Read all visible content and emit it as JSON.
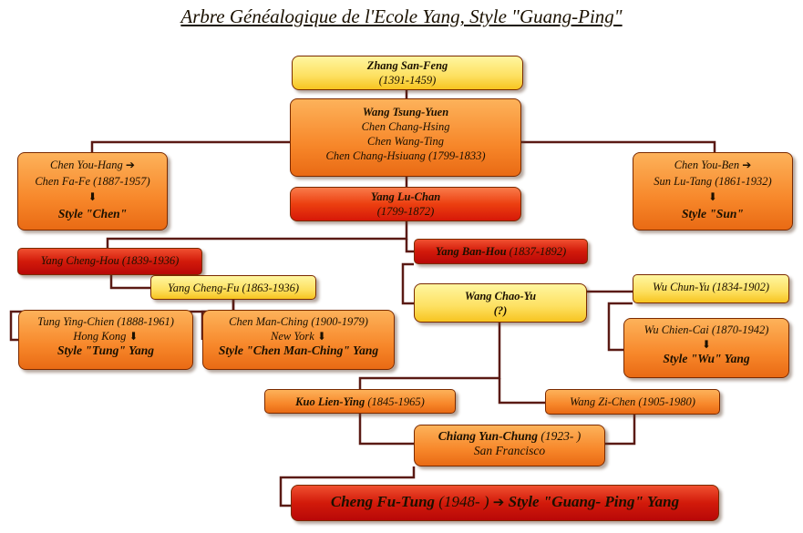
{
  "title": "Arbre Généalogique de l'Ecole Yang, Style \"Guang-Ping\"",
  "nodes": {
    "zhang": {
      "name": "Zhang San-Feng",
      "dates": "(1391-1459)"
    },
    "wang_tsung": {
      "name": "Wang Tsung-Yuen",
      "line2": "Chen Chang-Hsing",
      "line3": "Chen Wang-Ting",
      "line4": "Chen Chang-Hsiuang (1799-1833)"
    },
    "chen": {
      "line1": "Chen You-Hang",
      "line2": "Chen Fa-Fe (1887-1957)",
      "style": "Style \"Chen\""
    },
    "sun": {
      "line1": "Chen You-Ben",
      "line2": "Sun Lu-Tang (1861-1932)",
      "style": "Style \"Sun\""
    },
    "yang_lu": {
      "name": "Yang Lu-Chan",
      "dates": "(1799-1872)"
    },
    "yang_cheng_hou": {
      "text": "Yang Cheng-Hou (1839-1936)"
    },
    "yang_ban_hou": {
      "name": "Yang Ban-Hou",
      "dates": " (1837-1892)"
    },
    "yang_cheng_fu": {
      "text": "Yang Cheng-Fu (1863-1936)"
    },
    "wang_chao_yu": {
      "name": "Wang Chao-Yu",
      "dates": "(?)"
    },
    "wu_chun_yu": {
      "text": "Wu Chun-Yu (1834-1902)"
    },
    "tung": {
      "line1": "Tung Ying-Chien (1888-1961)",
      "line2": "Hong Kong",
      "style": "Style \"Tung\" Yang"
    },
    "chen_man_ching": {
      "line1": "Chen Man-Ching (1900-1979)",
      "line2": "New York",
      "style": "Style \"Chen Man-Ching\" Yang"
    },
    "wu_chien_cai": {
      "line1": "Wu Chien-Cai (1870-1942)",
      "style": "Style \"Wu\" Yang"
    },
    "kuo": {
      "name": "Kuo Lien-Ying",
      "dates": " (1845-1965)"
    },
    "wang_zi_chen": {
      "text": "Wang Zi-Chen (1905-1980)"
    },
    "chiang": {
      "name": "Chiang Yun-Chung",
      "dates": " (1923-    )",
      "line2": "San Francisco"
    },
    "cheng": {
      "name": "Cheng Fu-Tung",
      "dates": " (1948-    ) ",
      "style": " Style \"Guang- Ping\" Yang"
    }
  },
  "icons": {
    "right_arrow": "➔",
    "down_arrow": "⬇",
    "circle_arrow": "➔"
  },
  "colors": {
    "yellow": "#fde060",
    "orange": "#f7872a",
    "red": "#ec3f10",
    "dark_red": "#c81008",
    "connector": "#5a1a14"
  }
}
